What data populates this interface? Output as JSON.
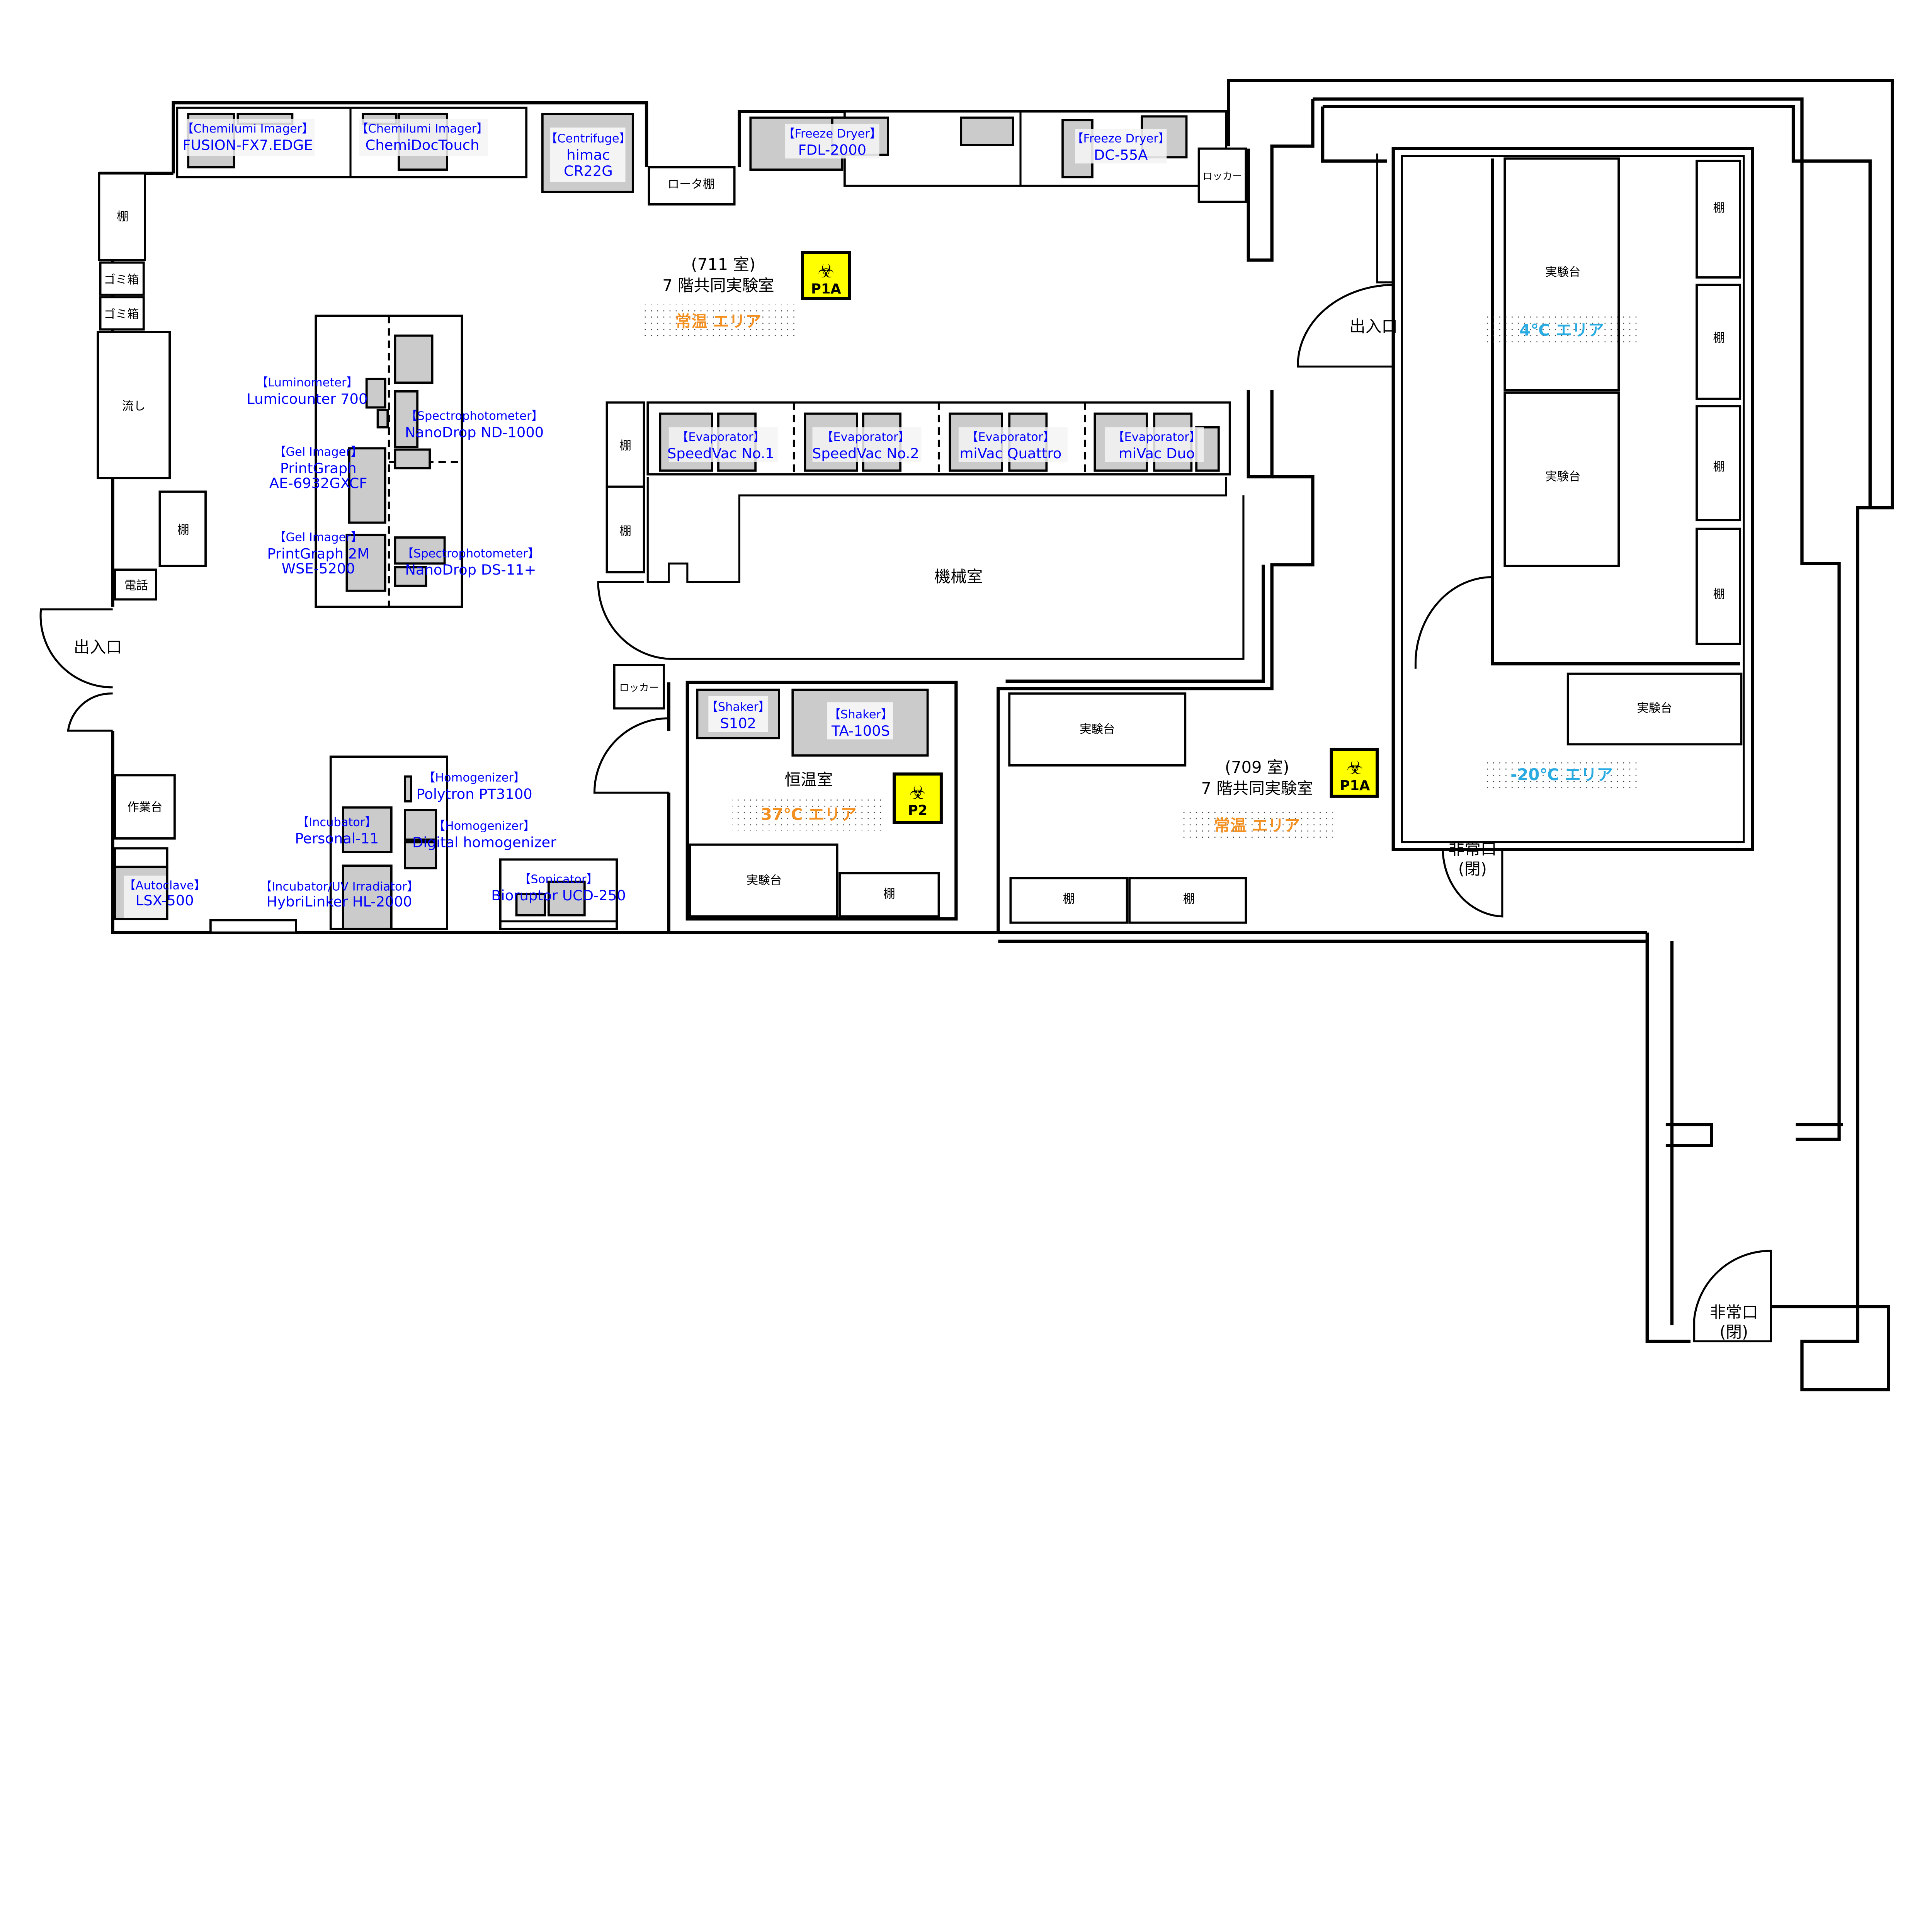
{
  "rooms": {
    "r711": {
      "number": "(711 室)",
      "name": "7 階共同実験室",
      "area": "常温 エリア",
      "level": "P1A"
    },
    "r709": {
      "number": "(709 室)",
      "name": "7 階共同実験室",
      "area": "常温 エリア",
      "level": "P1A"
    },
    "incubator_room": {
      "name": "恒温室",
      "area": "37℃ エリア",
      "level": "P2"
    },
    "machine_room": {
      "name": "機械室"
    },
    "cold_room": {
      "area_4c": "4℃ エリア",
      "area_minus20": "-20℃ エリア"
    }
  },
  "fixtures": {
    "shelf": "棚",
    "trash": "ゴミ箱",
    "sink": "流し",
    "phone": "電話",
    "workbench": "作業台",
    "lab_bench": "実験台",
    "locker": "ロッカー",
    "rotor_shelf": "ロータ棚",
    "entrance": "出入口",
    "emergency_exit": "非常口",
    "closed": "(閉)"
  },
  "equipment": [
    {
      "category": "【Chemilumi Imager】",
      "model": [
        "FUSION-FX7.EDGE"
      ]
    },
    {
      "category": "【Chemilumi Imager】",
      "model": [
        "ChemiDocTouch"
      ]
    },
    {
      "category": "【Centrifuge】",
      "model": [
        "himac",
        "CR22G"
      ]
    },
    {
      "category": "【Freeze Dryer】",
      "model": [
        "FDL-2000"
      ]
    },
    {
      "category": "【Freeze Dryer】",
      "model": [
        "DC-55A"
      ]
    },
    {
      "category": "【Luminometer】",
      "model": [
        "Lumicounter 700"
      ]
    },
    {
      "category": "【Spectrophotometer】",
      "model": [
        "NanoDrop ND-1000"
      ]
    },
    {
      "category": "【Gel Imager】",
      "model": [
        "PrintGraph",
        "AE-6932GXCF"
      ]
    },
    {
      "category": "【Gel Imager】",
      "model": [
        "PrintGraph 2M",
        "WSE-5200"
      ]
    },
    {
      "category": "【Spectrophotometer】",
      "model": [
        "NanoDrop DS-11+"
      ]
    },
    {
      "category": "【Evaporator】",
      "model": [
        "SpeedVac No.1"
      ]
    },
    {
      "category": "【Evaporator】",
      "model": [
        "SpeedVac No.2"
      ]
    },
    {
      "category": "【Evaporator】",
      "model": [
        "miVac Quattro"
      ]
    },
    {
      "category": "【Evaporator】",
      "model": [
        "miVac Duo"
      ]
    },
    {
      "category": "【Shaker】",
      "model": [
        "S102"
      ]
    },
    {
      "category": "【Shaker】",
      "model": [
        "TA-100S"
      ]
    },
    {
      "category": "【Homogenizer】",
      "model": [
        "Polytron PT3100"
      ]
    },
    {
      "category": "【Homogenizer】",
      "model": [
        "Digital homogenizer"
      ]
    },
    {
      "category": "【Incubator】",
      "model": [
        "Personal-11"
      ]
    },
    {
      "category": "【Incubator/UV Irradiator】",
      "model": [
        "HybriLinker HL-2000"
      ]
    },
    {
      "category": "【Autoclave】",
      "model": [
        "LSX-500"
      ]
    },
    {
      "category": "【Sonicator】",
      "model": [
        "Bioruptor UCD-250"
      ]
    }
  ],
  "colors": {
    "equipment_text": "#0000ff",
    "room_temp": "#f39020",
    "cold": "#29abe2",
    "biohazard_badge": "#ffff00"
  },
  "icons": {
    "biohazard": "biohazard-icon"
  }
}
